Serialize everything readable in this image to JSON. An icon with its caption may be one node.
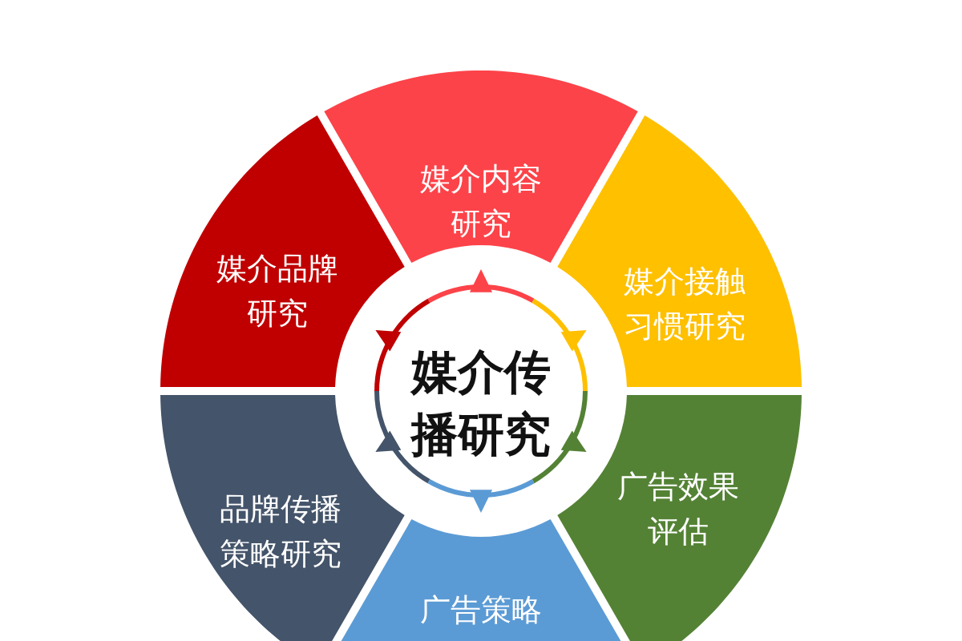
{
  "diagram": {
    "nodes": [
      {
        "text": [
          "媒介内容研究"
        ]
      },
      {
        "text": [
          "媒介品牌研究"
        ]
      },
      {
        "text": [
          "媒介接触习惯研究"
        ]
      },
      {
        "text": [
          "媒介传播研究"
        ]
      },
      {
        "text": [
          "品牌传播策略研究"
        ]
      },
      {
        "text": [
          "广告效果评估"
        ]
      },
      {
        "text": [
          "广告策略"
        ]
      }
    ]
  }
}
